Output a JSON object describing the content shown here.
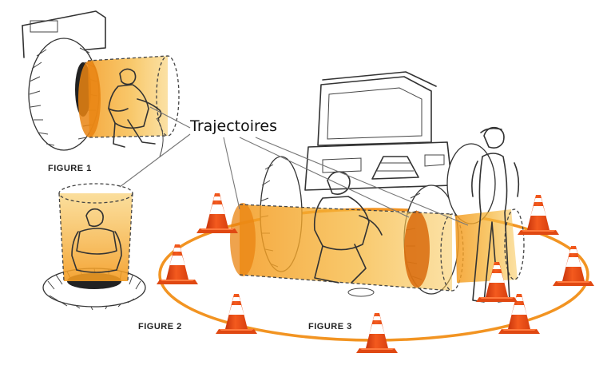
{
  "callout": {
    "text": "Trajectoires"
  },
  "figures": [
    {
      "id": "figure-1",
      "label": "FIGURE 1"
    },
    {
      "id": "figure-2",
      "label": "FIGURE 2"
    },
    {
      "id": "figure-3",
      "label": "FIGURE 3"
    }
  ],
  "colors": {
    "trajectory_orange": "#f5a623",
    "trajectory_dark": "#e07b10",
    "cone_orange": "#f04e16",
    "barrier_ring": "#f29422",
    "line_ink": "#333333"
  }
}
